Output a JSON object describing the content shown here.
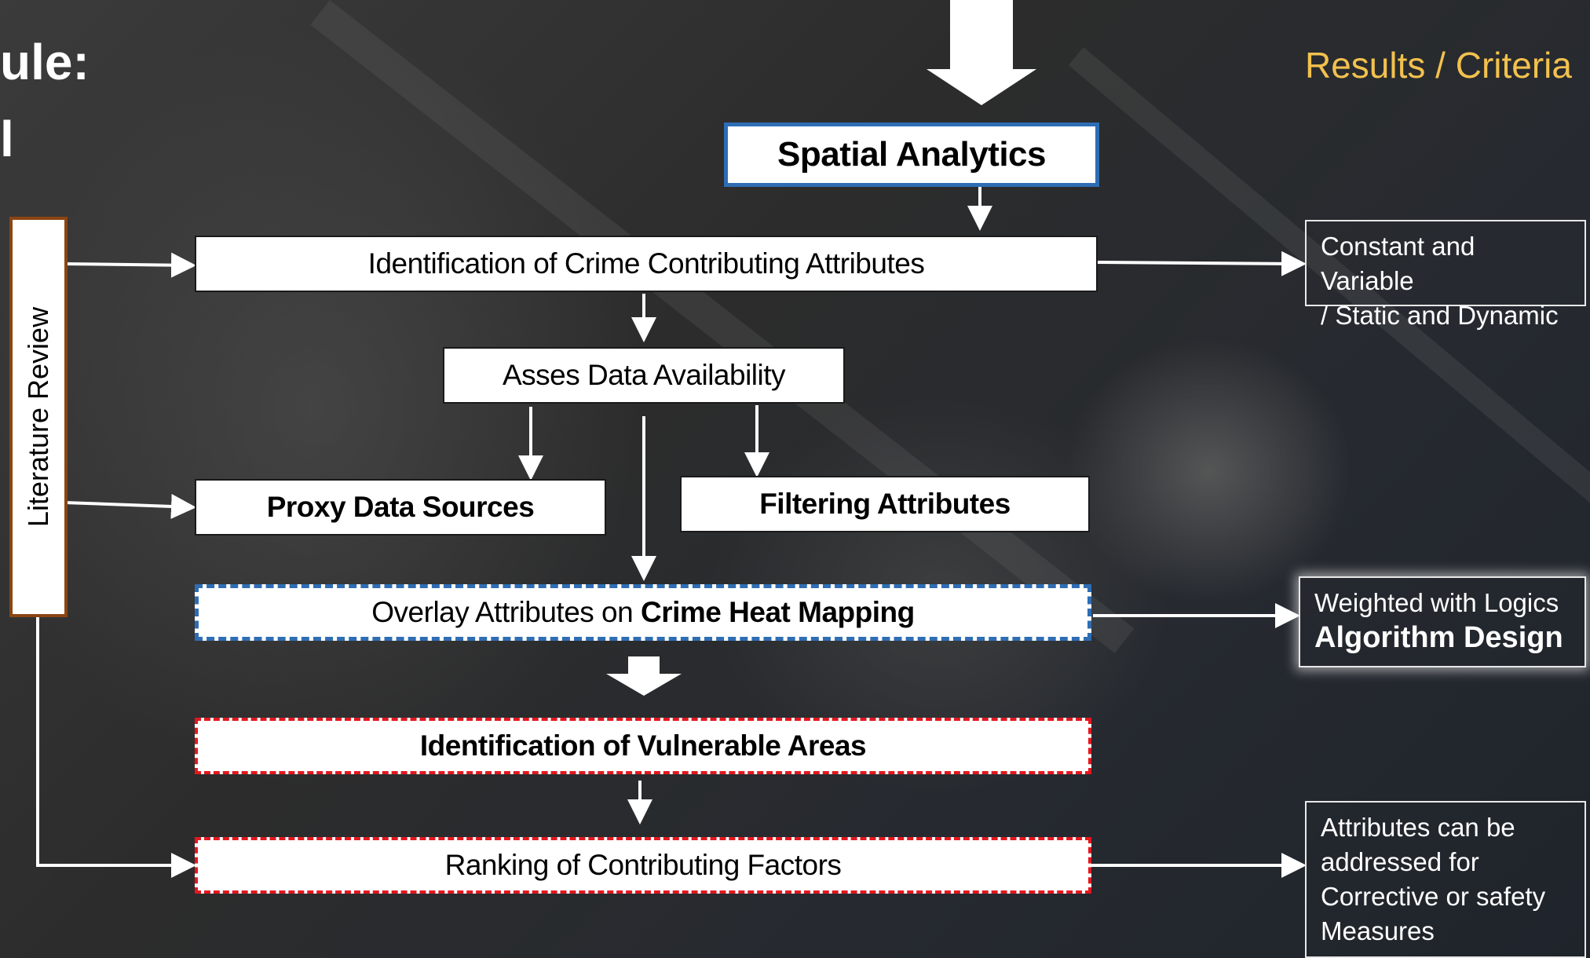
{
  "title": {
    "line1": "ule:",
    "line2": "l"
  },
  "results_label": "Results / Criteria",
  "sidebar": {
    "label": "Literature Review"
  },
  "boxes": {
    "spatial_analytics": "Spatial Analytics",
    "identification": "Identification of Crime Contributing Attributes",
    "asses_data": "Asses Data Availability",
    "proxy_data": "Proxy Data Sources",
    "filtering": "Filtering Attributes",
    "overlay_prefix": "Overlay Attributes on ",
    "overlay_bold": "Crime Heat Mapping",
    "vulnerable": "Identification of Vulnerable Areas",
    "ranking": "Ranking of Contributing Factors"
  },
  "results": {
    "constant": {
      "line1": "Constant and Variable",
      "line2": "/ Static and Dynamic"
    },
    "weighted": {
      "line1": "Weighted with Logics",
      "line2": "Algorithm Design"
    },
    "attributes": {
      "line1": "Attributes can be",
      "line2": "addressed for",
      "line3": "Corrective or safety",
      "line4": "Measures"
    }
  },
  "colors": {
    "accent_blue": "#2e6db4",
    "accent_red": "#e3171f",
    "results_gold": "#f2c14e",
    "lit_border": "#8b4513"
  }
}
